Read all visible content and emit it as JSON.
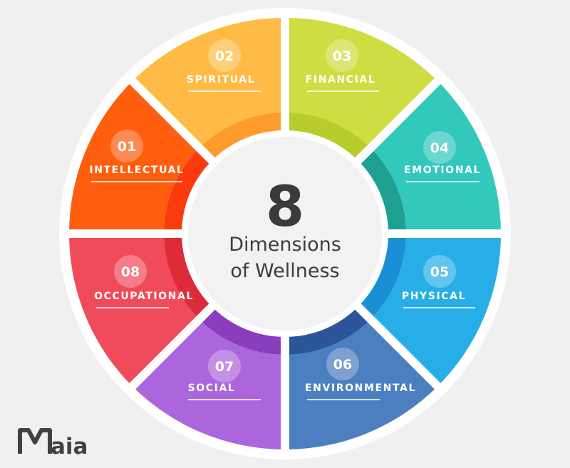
{
  "center": {
    "number": "8",
    "line1": "Dimensions",
    "line2": "of Wellness"
  },
  "segments": [
    {
      "num": "01",
      "label": "INTELLECTUAL",
      "color": "#ff5e0f",
      "inner": "#fb3a0d"
    },
    {
      "num": "02",
      "label": "SPIRITUAL",
      "color": "#ffbb45",
      "inner": "#ff9b2a"
    },
    {
      "num": "03",
      "label": "FINANCIAL",
      "color": "#cedd41",
      "inner": "#b8cd2b"
    },
    {
      "num": "04",
      "label": "EMOTIONAL",
      "color": "#33c8bc",
      "inner": "#1ea08f"
    },
    {
      "num": "05",
      "label": "PHYSICAL",
      "color": "#28aee7",
      "inner": "#1b8fd6"
    },
    {
      "num": "06",
      "label": "ENVIRONMENTAL",
      "color": "#4b7fbf",
      "inner": "#2c5599"
    },
    {
      "num": "07",
      "label": "SOCIAL",
      "color": "#ac66dd",
      "inner": "#8a3ebd"
    },
    {
      "num": "08",
      "label": "OCCUPATIONAL",
      "color": "#f04b5a",
      "inner": "#de2b3a"
    }
  ],
  "logo": {
    "mark": "M",
    "text": "aia",
    "full": "Maia"
  },
  "colors": {
    "background": "#f0f0f0",
    "ring": "#ffffff",
    "center_fill": "#f2f2f2",
    "text_dark": "#3a3a3a"
  }
}
